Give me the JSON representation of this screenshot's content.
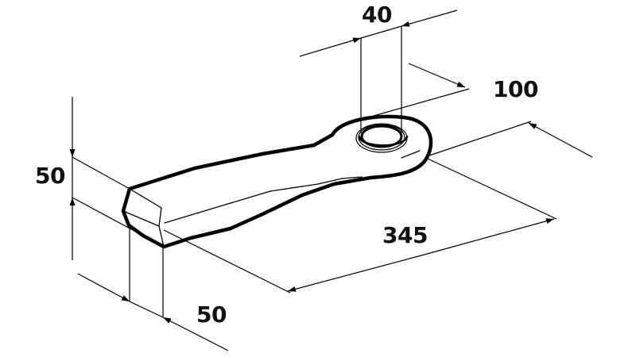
{
  "drawing": {
    "subject": "Flail hammer / swing blade with mounting eye (isometric view)",
    "line_color": "#000000",
    "background": "#ffffff"
  },
  "dimensions": {
    "hole_diameter": {
      "value": "40"
    },
    "eye_width": {
      "value": "100"
    },
    "height": {
      "value": "50"
    },
    "thickness": {
      "value": "50"
    },
    "overall_length": {
      "value": "345"
    }
  }
}
